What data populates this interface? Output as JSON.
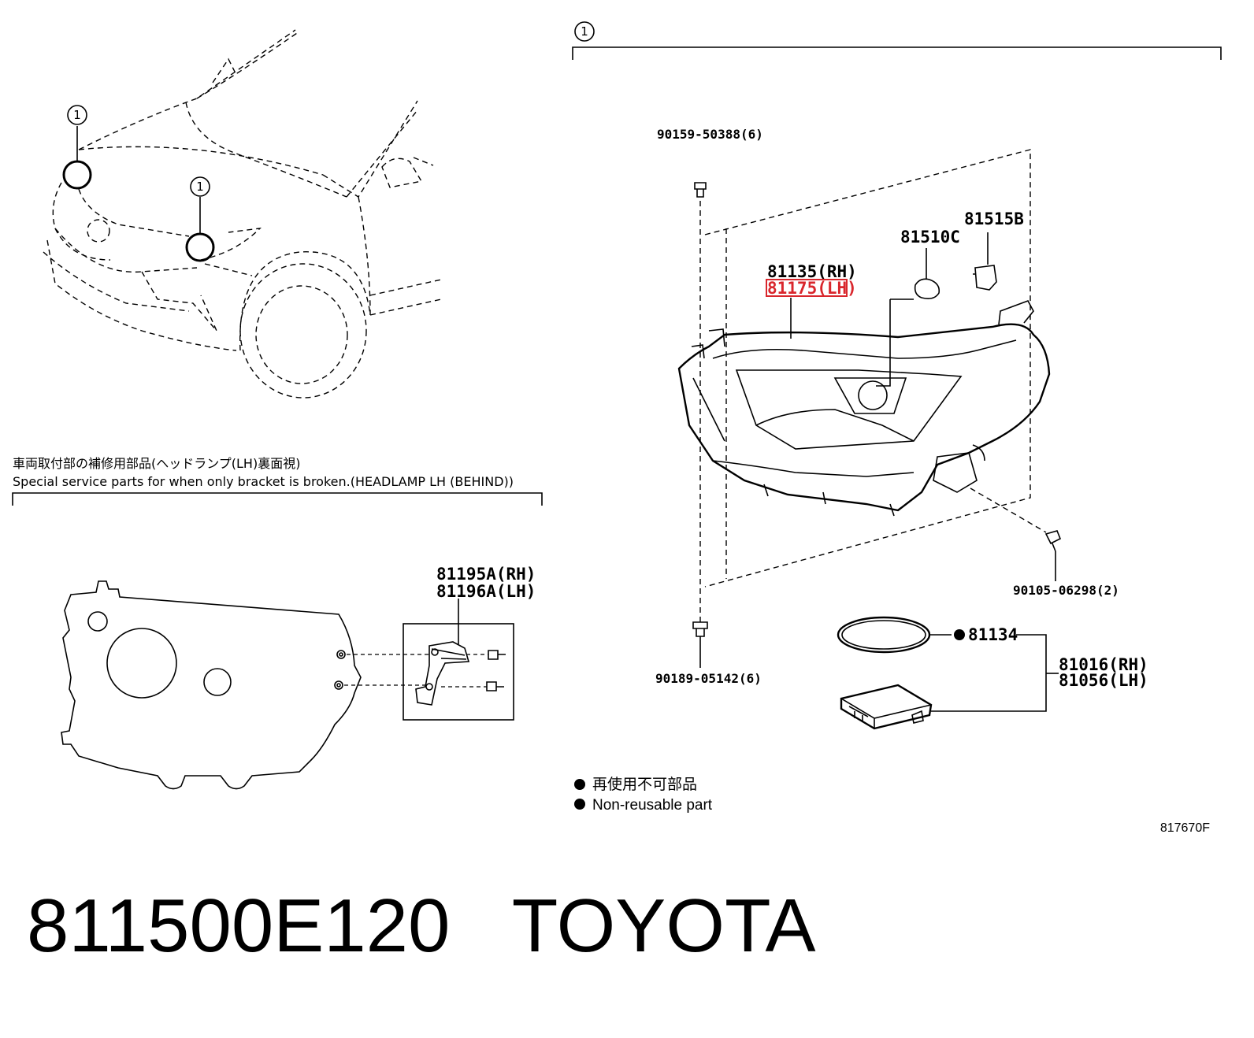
{
  "callout_mark": "1",
  "headlamp_assembly": {
    "bolt_top": "90159-50388(6)",
    "bolt_bottom": "90189-05142(6)",
    "bolt_right": "90105-06298(2)",
    "bulb": "81510C",
    "socket": "81515B",
    "unit_rh": "81135(RH)",
    "unit_lh": "81175(LH)",
    "gasket": "81134",
    "ecu_rh": "81016(RH)",
    "ecu_lh": "81056(LH)"
  },
  "bracket_section": {
    "title_jp": "車両取付部の補修用部品(ヘッドランプ(LH)裏面視)",
    "title_en": "Special service parts for when only bracket is broken.(HEADLAMP LH (BEHIND))",
    "bracket_rh": "81195A(RH)",
    "bracket_lh": "81196A(LH)"
  },
  "legend": {
    "jp": "再使用不可部品",
    "en": "Non-reusable part"
  },
  "illustration_ref": "817670F",
  "footer": {
    "part_number": "811500E120",
    "brand": "TOYOTA"
  },
  "highlight_color": "#d9262c"
}
